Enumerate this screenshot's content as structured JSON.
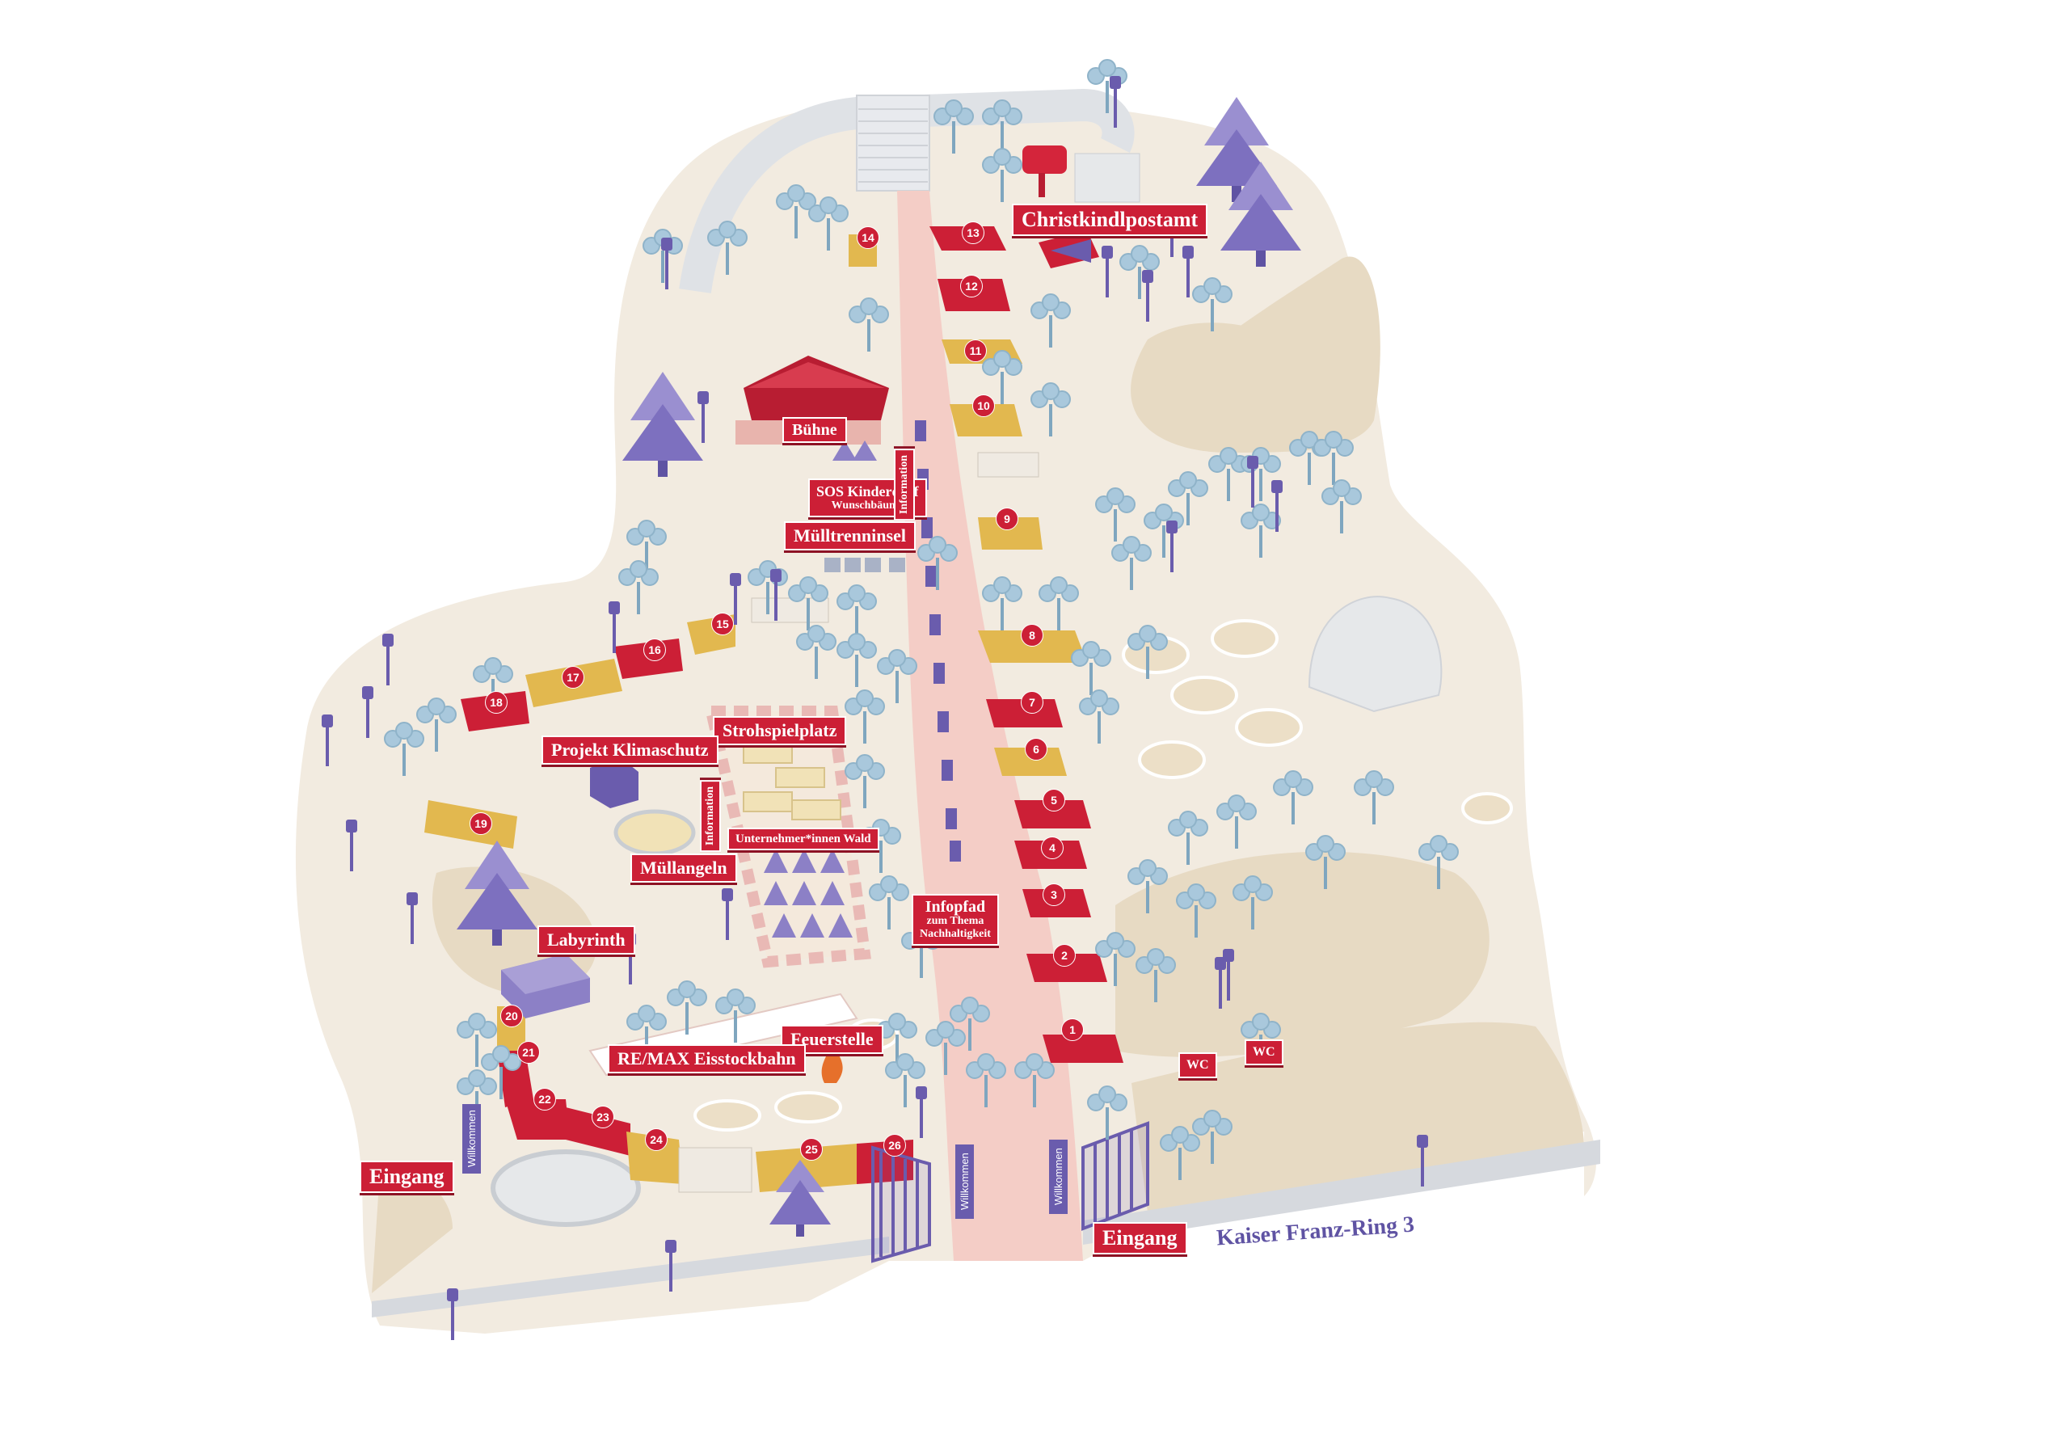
{
  "map": {
    "labels": {
      "christkindlpostamt": "Christkindlpostamt",
      "buehne": "Bühne",
      "sos": "SOS Kinderdorf",
      "sos_sub": "Wunschbäume",
      "information1": "Information",
      "muelltrenninsel": "Mülltrenninsel",
      "projekt_klimaschutz": "Projekt Klimaschutz",
      "strohspielplatz": "Strohspielplatz",
      "information2": "Information",
      "unternehmer_wald": "Unternehmer*innen Wald",
      "muellangeln": "Müllangeln",
      "labyrinth": "Labyrinth",
      "infopfad": "Infopfad",
      "infopfad_sub1": "zum Thema",
      "infopfad_sub2": "Nachhaltigkeit",
      "feuerstelle": "Feuerstelle",
      "eisstockbahn": "RE/MAX Eisstockbahn",
      "eingang_left": "Eingang",
      "eingang_right": "Eingang",
      "wc1": "WC",
      "wc2": "WC",
      "willkommen1": "Willkommen",
      "willkommen2": "Willkommen",
      "willkommen3": "Willkommen"
    },
    "address": "Kaiser Franz-Ring 3",
    "stand_numbers": [
      "1",
      "2",
      "3",
      "4",
      "5",
      "6",
      "7",
      "8",
      "9",
      "10",
      "11",
      "12",
      "13",
      "14",
      "15",
      "16",
      "17",
      "18",
      "19",
      "20",
      "21",
      "22",
      "23",
      "24",
      "25",
      "26"
    ],
    "colors": {
      "park": "#f2ebe0",
      "lawn": "#e7dac3",
      "path": "#f4cdc6",
      "red": "#cc1f36",
      "gold": "#e2b84f",
      "purple": "#6a5cad",
      "tree": "#a9c8dc"
    }
  }
}
